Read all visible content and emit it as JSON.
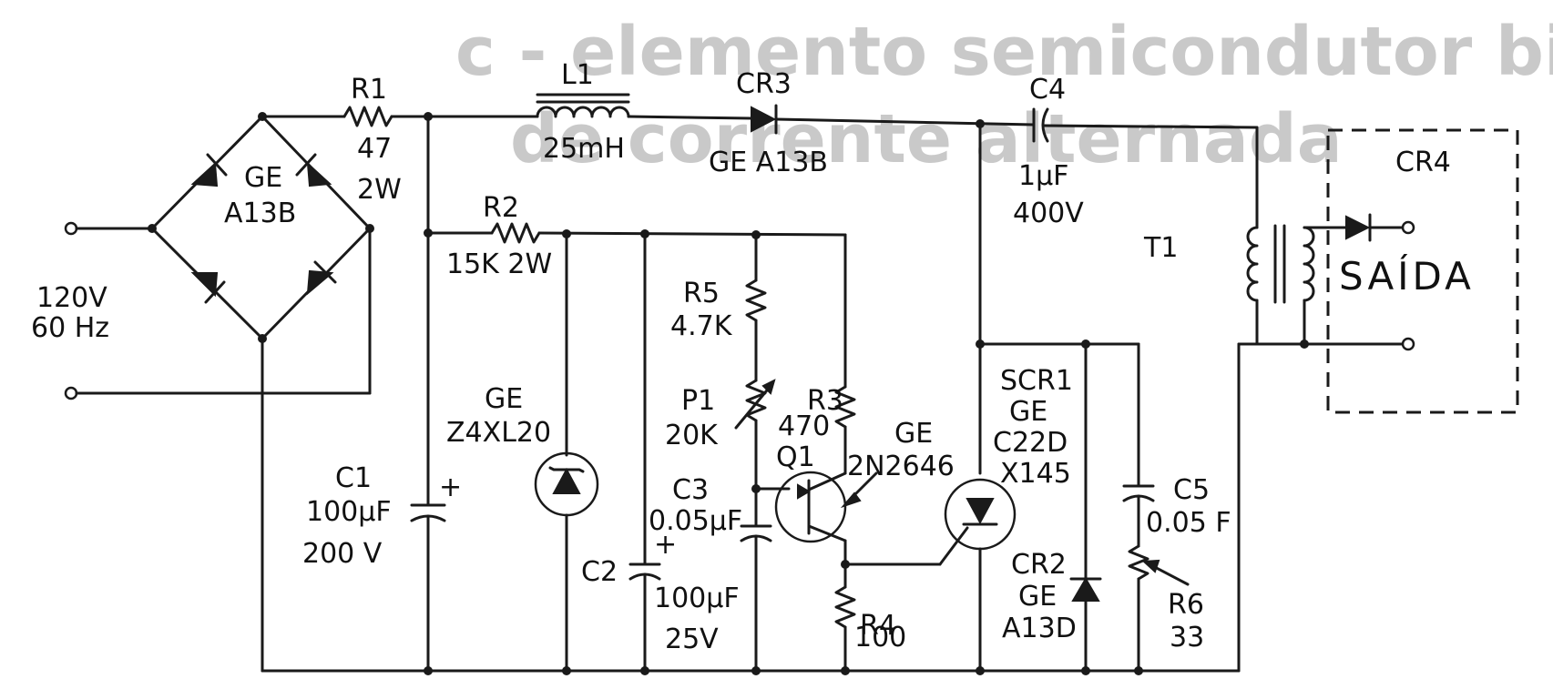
{
  "background_text": {
    "line1": "c - elemento semicondutor bipolar",
    "line2": "de corrente alternada"
  },
  "input": {
    "voltage": "120V",
    "frequency": "60 Hz"
  },
  "components": {
    "bridge": {
      "maker": "GE",
      "part": "A13B"
    },
    "r1": {
      "ref": "R1",
      "value": "47",
      "rating": "2W"
    },
    "l1": {
      "ref": "L1",
      "value": "25mH"
    },
    "cr3": {
      "ref": "CR3",
      "part": "GE A13B"
    },
    "c4": {
      "ref": "C4",
      "value": "1µF",
      "rating": "400V"
    },
    "t1": {
      "ref": "T1"
    },
    "cr4": {
      "ref": "CR4"
    },
    "r2": {
      "ref": "R2",
      "value": "15K 2W"
    },
    "zener": {
      "maker": "GE",
      "part": "Z4XL20"
    },
    "c1": {
      "ref": "C1",
      "value": "100µF",
      "rating": "200 V"
    },
    "r5": {
      "ref": "R5",
      "value": "4.7K"
    },
    "p1": {
      "ref": "P1",
      "value": "20K"
    },
    "r3": {
      "ref": "R3",
      "value": "470"
    },
    "q1": {
      "ref": "Q1",
      "maker": "GE",
      "part": "2N2646"
    },
    "c3": {
      "ref": "C3",
      "value": "0.05µF"
    },
    "c2": {
      "ref": "C2",
      "value": "100µF",
      "rating": "25V"
    },
    "scr1": {
      "ref": "SCR1",
      "maker": "GE",
      "part": "C22D",
      "suffix": "X145"
    },
    "c5": {
      "ref": "C5",
      "value": "0.05 F"
    },
    "cr2": {
      "ref": "CR2",
      "maker": "GE",
      "part": "A13D"
    },
    "r4": {
      "ref": "R4",
      "value": "100"
    },
    "r6": {
      "ref": "R6",
      "value": "33"
    }
  },
  "output": {
    "label": "SAÍDA"
  }
}
